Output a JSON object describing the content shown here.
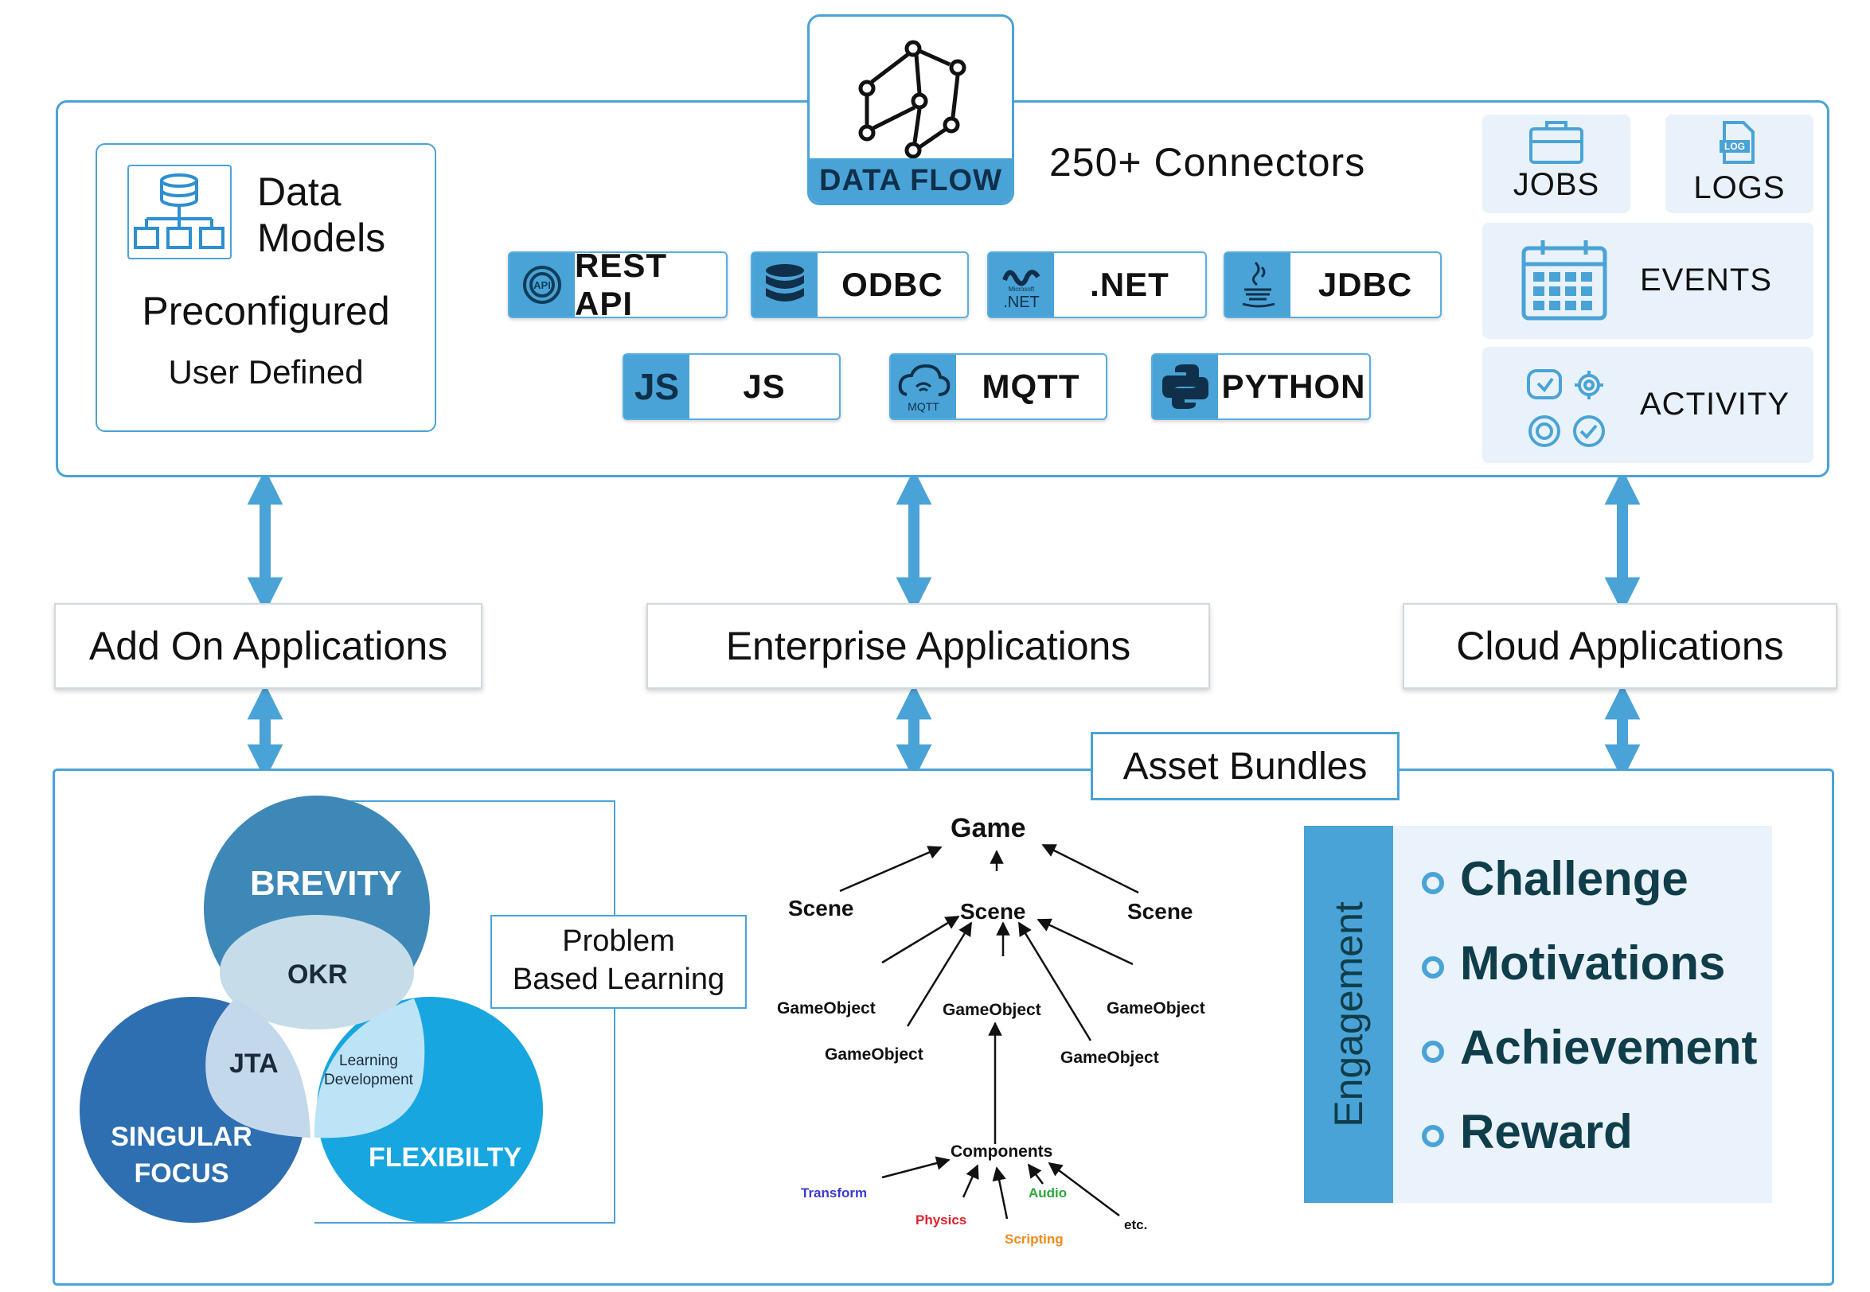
{
  "data_flow": {
    "label": "DATA FLOW",
    "connectors_text": "250+ Connectors"
  },
  "data_models": {
    "title_line1": "Data",
    "title_line2": "Models",
    "preconfigured": "Preconfigured",
    "user_defined": "User Defined"
  },
  "connectors": {
    "rest": "REST API",
    "odbc": "ODBC",
    "net": ".NET",
    "net_icon_small": "Microsoft",
    "net_icon_big": ".NET",
    "jdbc": "JDBC",
    "js": "JS",
    "js_icon": "JS",
    "mqtt": "MQTT",
    "mqtt_icon": "MQTT",
    "python": "PYTHON",
    "api_icon": "API"
  },
  "side": {
    "jobs": "JOBS",
    "logs": "LOGS",
    "log_icon": "LOG",
    "events": "EVENTS",
    "activity": "ACTIVITY"
  },
  "apps": {
    "addon": "Add On Applications",
    "enterprise": "Enterprise Applications",
    "cloud": "Cloud Applications"
  },
  "asset_bundles": "Asset Bundles",
  "venn": {
    "brevity": "BREVITY",
    "okr": "OKR",
    "jta": "JTA",
    "learning1": "Learning",
    "learning2": "Development",
    "singular1": "SINGULAR",
    "singular2": "FOCUS",
    "flex": "FLEXIBILTY"
  },
  "pbl": {
    "line1": "Problem",
    "line2": "Based Learning"
  },
  "tree": {
    "game": "Game",
    "scene_left": "Scene",
    "scene_mid": "Scene",
    "scene_right": "Scene",
    "go1": "GameObject",
    "go2": "GameObject",
    "go3": "GameObject",
    "go4": "GameObject",
    "go5": "GameObject",
    "components": "Components",
    "transform": "Transform",
    "physics": "Physics",
    "scripting": "Scripting",
    "audio": "Audio",
    "etc": "etc."
  },
  "engagement": {
    "label": "Engagement",
    "items": [
      "Challenge",
      "Motivations",
      "Achievement",
      "Reward"
    ]
  },
  "colors": {
    "accent": "#4aa3d6",
    "dark_blue": "#2d6fb1",
    "venn_top": "#3e88b8",
    "venn_right": "#17a6e0",
    "engagement_text": "#0f3d4a"
  }
}
